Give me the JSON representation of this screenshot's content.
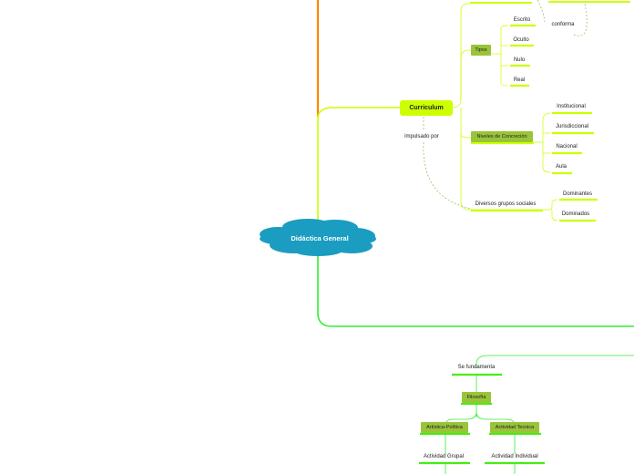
{
  "central": {
    "label": "Didáctica General",
    "color": "#1a9dc0"
  },
  "curriculum": {
    "label": "Curriculum",
    "impulsado_por": "impulsado por",
    "conforma": "conforma",
    "tipos": {
      "label": "Tipos",
      "items": [
        "Escrito",
        "Oculto",
        "Nulo",
        "Real"
      ]
    },
    "niveles": {
      "label": "Niveles de Concreción",
      "items": [
        "Institucional",
        "Jurisdiccional",
        "Nacional",
        "Aula"
      ]
    },
    "grupos": {
      "label": "Diversos grupos sociales",
      "items": [
        "Dominantes",
        "Dominados"
      ]
    }
  },
  "lower": {
    "se_fundamenta": "Se fundamenta",
    "filosofia": "Filosofía",
    "artistica": "Artística-Política",
    "actividad_tecnica": "Actividad Tecnica",
    "actividad_grupal": "Actividad Grupal",
    "actividad_individual": "Actividad Individual"
  },
  "colors": {
    "branch_orange": "#ff8800",
    "branch_yellow": "#ccff00",
    "branch_green": "#33ee33",
    "node_box": "#99c43a",
    "underline": "#44ee11"
  }
}
